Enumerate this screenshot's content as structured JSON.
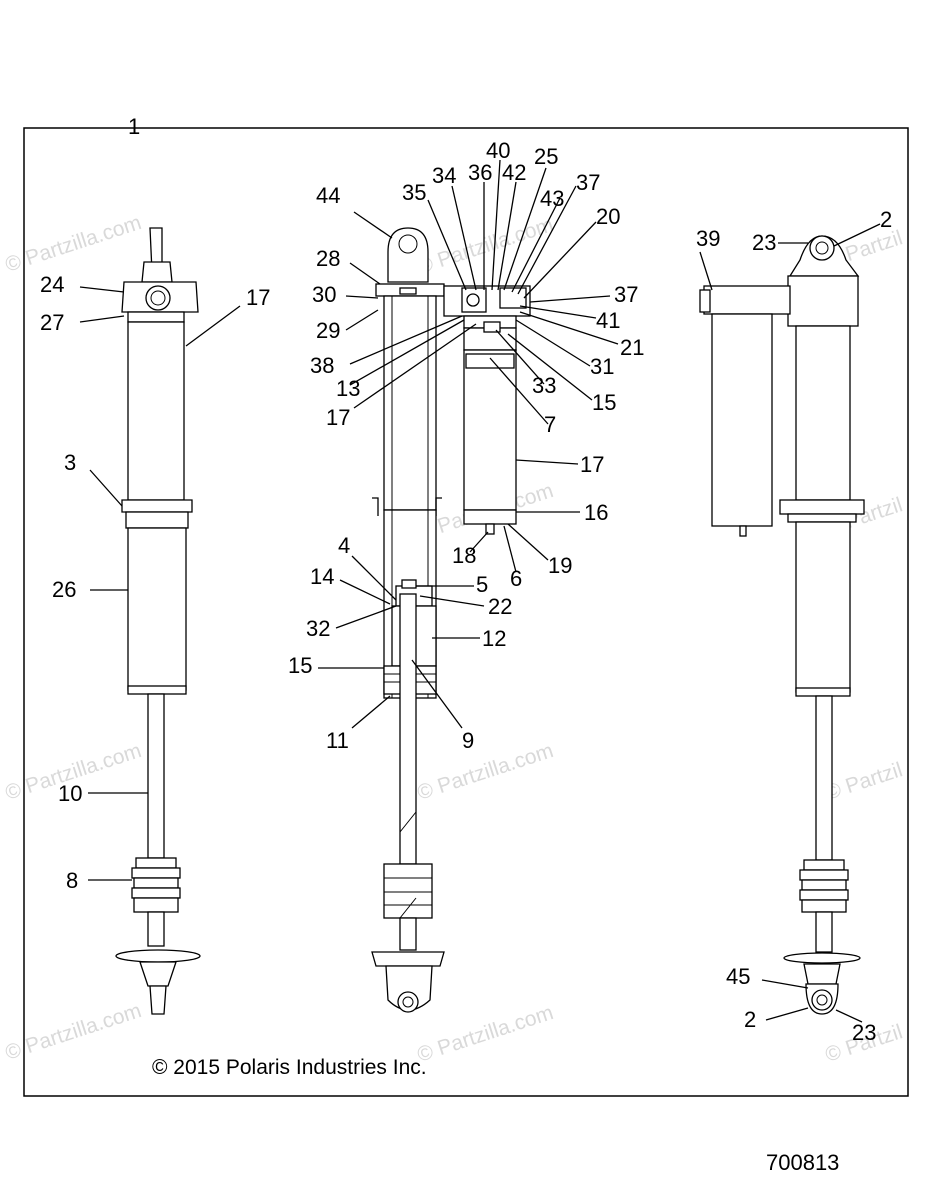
{
  "diagram": {
    "callouts": {
      "c1": "1",
      "c24": "24",
      "c27": "27",
      "c17a": "17",
      "c3": "3",
      "c26": "26",
      "c10": "10",
      "c8": "8",
      "c44": "44",
      "c35": "35",
      "c34": "34",
      "c36": "36",
      "c40": "40",
      "c42": "42",
      "c25": "25",
      "c43": "43",
      "c37a": "37",
      "c20": "20",
      "c28": "28",
      "c30": "30",
      "c29": "29",
      "c38": "38",
      "c13": "13",
      "c17b": "17",
      "c37b": "37",
      "c41": "41",
      "c21": "21",
      "c31": "31",
      "c33": "33",
      "c15a": "15",
      "c7": "7",
      "c17c": "17",
      "c16": "16",
      "c18": "18",
      "c6": "6",
      "c19": "19",
      "c4": "4",
      "c14": "14",
      "c5": "5",
      "c22": "22",
      "c32": "32",
      "c12": "12",
      "c15b": "15",
      "c11": "11",
      "c9": "9",
      "c39": "39",
      "c23a": "23",
      "c2a": "2",
      "c45": "45",
      "c2b": "2",
      "c23b": "23"
    },
    "copyright": "© 2015 Polaris Industries Inc.",
    "part_number": "700813",
    "watermark": "© Partzilla.com",
    "watermark_cut": "© Partzil"
  }
}
